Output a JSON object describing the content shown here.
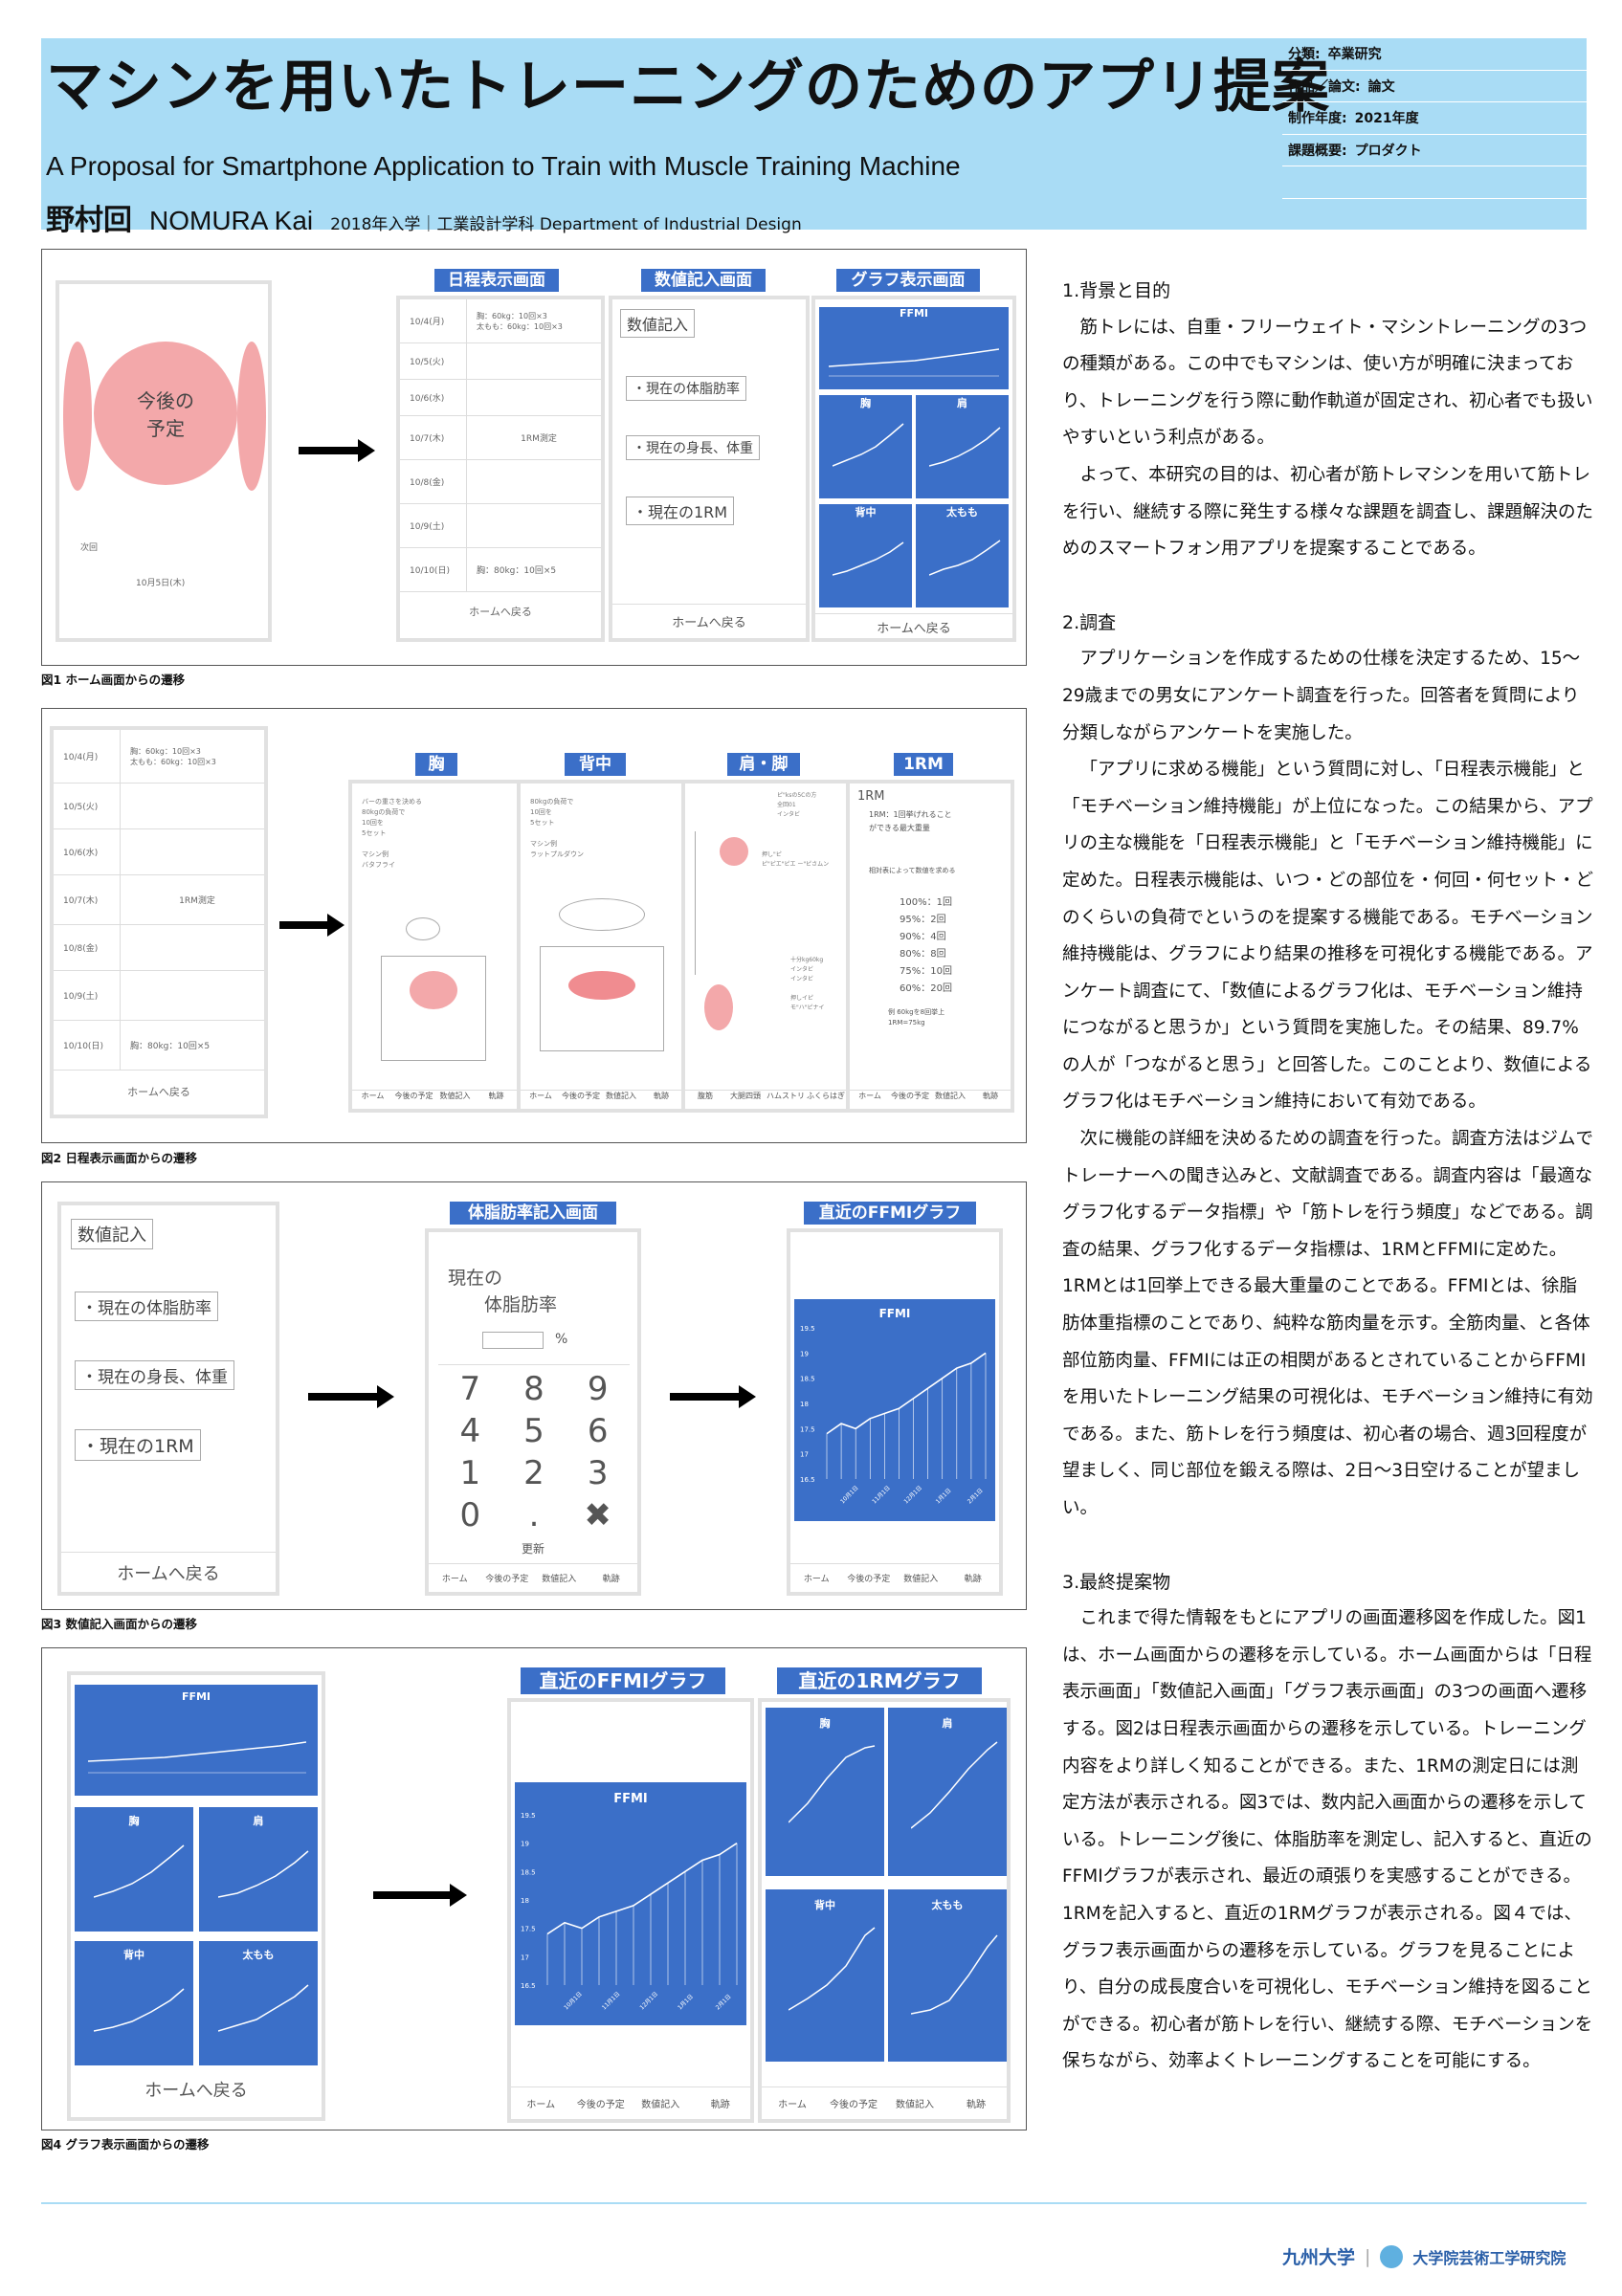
{
  "header": {
    "title": "マシンを用いたトレーニングのためのアプリ提案",
    "subtitle": "A Proposal for Smartphone Application to Train with Muscle Training Machine",
    "author_jp": "野村回",
    "author_en": "NOMURA Kai",
    "affiliation": "2018年入学｜工業設計学科 Department of Industrial Design"
  },
  "meta": [
    {
      "label": "分類:",
      "value": "卒業研究"
    },
    {
      "label": "作品／論文:",
      "value": "論文"
    },
    {
      "label": "制作年度:",
      "value": "2021年度"
    },
    {
      "label": "課題概要:",
      "value": "プロダクト"
    },
    {
      "label": "",
      "value": ""
    },
    {
      "label": "",
      "value": ""
    }
  ],
  "fig1": {
    "caption": "図1 ホーム画面からの遷移",
    "home_bubble": "今後の\n予定",
    "next_label": "次回",
    "next_date": "10月5日(木)",
    "screen_labels": [
      "日程表示画面",
      "数値記入画面",
      "グラフ表示画面"
    ],
    "schedule_rows": [
      {
        "date": "10/4(月)",
        "note": "胸：60kg：10回×3\n太もも：60kg：10回×3"
      },
      {
        "date": "10/5(火)",
        "note": ""
      },
      {
        "date": "10/6(水)",
        "note": ""
      },
      {
        "date": "10/7(木)",
        "note": "1RM測定"
      },
      {
        "date": "10/8(金)",
        "note": ""
      },
      {
        "date": "10/9(土)",
        "note": ""
      },
      {
        "date": "10/10(日)",
        "note": "胸：80kg：10回×5"
      }
    ],
    "home_back": "ホームへ戻る",
    "input_title": "数値記入",
    "input_items": [
      "・現在の体脂肪率",
      "・現在の身長、体重",
      "・現在の1RM"
    ],
    "graph_titles": [
      "FFMI",
      "胸",
      "肩",
      "背中",
      "太もも"
    ]
  },
  "fig2": {
    "caption": "図2 日程表示画面からの遷移",
    "screen_labels": [
      "胸",
      "背中",
      "肩・脚",
      "1RM"
    ],
    "chest_text": "バーの重さを決める\n80kgの負荷で\n10回を\n5セット\n\nマシン例\nバタフライ",
    "back_text": "80kgの負荷で\n10回を\n5セット\n\nマシン例\nラットプルダウン",
    "shoulder_text1": "ピ\"ksの5Cの方\n全回01\nインタビ",
    "shoulder_text2": "押し\"ピ\nピ\"ピエ\"ピエ ー\"ピさムン",
    "shoulder_text3": "十分kg60kg\nインタビ\nインタビ\n\n押しイピ\nモ\"ハ\"ピナイ",
    "rm_title": "1RM",
    "rm_def": "1RM：1回挙げれること\nができる最大重量",
    "rm_sub": "相対表によって数値を求める",
    "rm_table": [
      "100%：1回",
      "95%：2回",
      "90%：4回",
      "80%：8回",
      "75%：10回",
      "60%：20回"
    ],
    "rm_example": "例 60kgを8回挙上\n1RM=75kg",
    "tabs_chest": [
      "ホーム",
      "今後の予定",
      "数値記入",
      "軌跡"
    ],
    "tabs_leg": [
      "腹筋",
      "大腿四頭",
      "ハムストリ",
      "ふくらはぎ"
    ],
    "tabs_rm": [
      "ホーム",
      "今後の予定",
      "数値記入",
      "軌跡"
    ]
  },
  "fig3": {
    "caption": "図3 数値記入画面からの遷移",
    "screen_labels": [
      "体脂肪率記入画面",
      "直近のFFMIグラフ"
    ],
    "input_title": "数値記入",
    "input_items": [
      "・現在の体脂肪率",
      "・現在の身長、体重",
      "・現在の1RM"
    ],
    "home_back": "ホームへ戻る",
    "bf_title": "現在の\n　　体脂肪率",
    "percent": "%",
    "keys": [
      "7",
      "8",
      "9",
      "4",
      "5",
      "6",
      "1",
      "2",
      "3",
      "0",
      ".",
      "✖"
    ],
    "update": "更新",
    "tabs": [
      "ホーム",
      "今後の予定",
      "数値記入",
      "軌跡"
    ],
    "ffmi_title": "FFMI"
  },
  "fig4": {
    "caption": "図4 グラフ表示画面からの遷移",
    "screen_labels": [
      "直近のFFMIグラフ",
      "直近の1RMグラフ"
    ],
    "mini_titles": [
      "FFMI",
      "胸",
      "肩",
      "背中",
      "太もも"
    ],
    "home_back": "ホームへ戻る",
    "ffmi_title": "FFMI",
    "rm_titles": [
      "胸",
      "肩",
      "背中",
      "太もも"
    ],
    "tabs": [
      "ホーム",
      "今後の予定",
      "数値記入",
      "軌跡"
    ]
  },
  "ffmi_chart": {
    "chart_data": {
      "type": "area",
      "title": "FFMI",
      "x": [
        "10月1日",
        "11月1日",
        "12月1日",
        "1月1日",
        "2月1日"
      ],
      "values": [
        17.4,
        17.6,
        17.5,
        17.7,
        17.8,
        17.9,
        18.1,
        18.3,
        18.5,
        18.7,
        18.8,
        19.0
      ],
      "ylim": [
        16.5,
        19.5
      ],
      "yticks": [
        "19.5",
        "19",
        "18.5",
        "18",
        "17.5",
        "17",
        "16.5"
      ]
    }
  },
  "text": {
    "h1": "1.背景と目的",
    "p1": "筋トレには、自重・フリーウェイト・マシントレーニングの3つの種類がある。この中でもマシンは、使い方が明確に決まっており、トレーニングを行う際に動作軌道が固定され、初心者でも扱いやすいという利点がある。",
    "p2": "よって、本研究の目的は、初心者が筋トレマシンを用いて筋トレを行い、継続する際に発生する様々な課題を調査し、課題解決のためのスマートフォン用アプリを提案することである。",
    "h2": "2.調査",
    "p3": "アプリケーションを作成するための仕様を決定するため、15〜29歳までの男女にアンケート調査を行った。回答者を質問により分類しながらアンケートを実施した。",
    "p4": "「アプリに求める機能」という質問に対し、「日程表示機能」と「モチベーション維持機能」が上位になった。この結果から、アプリの主な機能を「日程表示機能」と「モチベーション維持機能」に定めた。日程表示機能は、いつ・どの部位を・何回・何セット・どのくらいの負荷でというのを提案する機能である。モチベーション維持機能は、グラフにより結果の推移を可視化する機能である。アンケート調査にて、「数値によるグラフ化は、モチベーション維持につながると思うか」という質問を実施した。その結果、89.7%の人が「つながると思う」と回答した。このことより、数値によるグラフ化はモチベーション維持において有効である。",
    "p5": "次に機能の詳細を決めるための調査を行った。調査方法はジムでトレーナーへの聞き込みと、文献調査である。調査内容は「最適なグラフ化するデータ指標」や「筋トレを行う頻度」などである。調査の結果、グラフ化するデータ指標は、1RMとFFMIに定めた。1RMとは1回挙上できる最大重量のことである。FFMIとは、徐脂肪体重指標のことであり、純粋な筋肉量を示す。全筋肉量、と各体部位筋肉量、FFMIには正の相関があるとされていることからFFMIを用いたトレーニング結果の可視化は、モチベーション維持に有効である。また、筋トレを行う頻度は、初心者の場合、週3回程度が望ましく、同じ部位を鍛える際は、2日〜3日空けることが望ましい。",
    "h3": "3.最終提案物",
    "p6": "これまで得た情報をもとにアプリの画面遷移図を作成した。図1は、ホーム画面からの遷移を示している。ホーム画面からは「日程表示画面」「数値記入画面」「グラフ表示画面」の3つの画面へ遷移する。図2は日程表示画面からの遷移を示している。トレーニング内容をより詳しく知ることができる。また、1RMの測定日には測定方法が表示される。図3では、数内記入画面からの遷移を示している。トレーニング後に、体脂肪率を測定し、記入すると、直近のFFMIグラフが表示され、最近の頑張りを実感することができる。1RMを記入すると、直近の1RMグラフが表示される。図４では、グラフ表示画面からの遷移を示している。グラフを見ることにより、自分の成長度合いを可視化し、モチベーション維持を図ることができる。初心者が筋トレを行い、継続する際、モチベーションを保ちながら、効率よくトレーニングすることを可能にする。"
  },
  "footer": {
    "univ": "九州大学",
    "school": "大学院芸術工学研究院"
  }
}
